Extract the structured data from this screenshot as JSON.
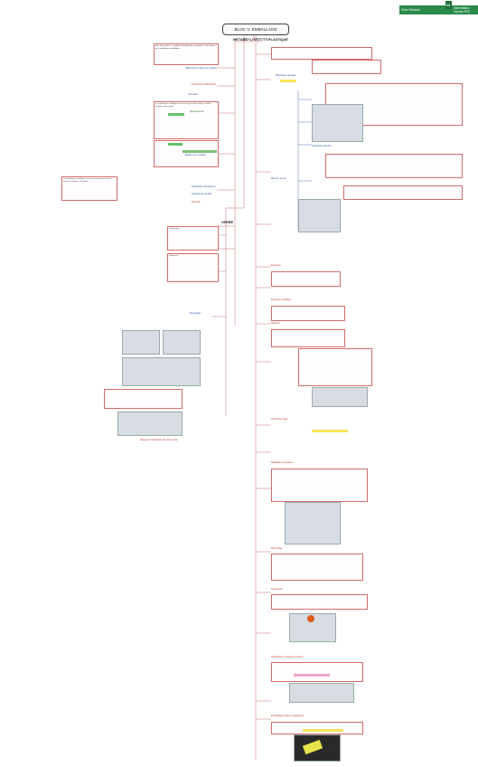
{
  "brand": {
    "left_text": "Fiche Révision",
    "name": "Alimentation",
    "sub": "Licence BTS",
    "logo_letters": "24"
  },
  "title": "BLOC V: EMBALLAGE D'ALIMENTS",
  "branches": {
    "left": "MÉTAUX",
    "right": "PLASTIQUE"
  },
  "left": {
    "intro": "Bloc intro métaux : conditions de fabrication, propriétés et résistance des emballages métalliques.",
    "q1": "Définitions et types de métaux",
    "q2": "Procédés de fabrication",
    "q3": "Corrosion",
    "q4": "Revêtements",
    "green_section": "Boîtes 2 et 3 pièces",
    "side_note": "Les emballages métalliques assurent une protection contre la lumière, l'oxygène et l'humidité.",
    "mid_labels": [
      "Propriétés mécaniques",
      "Aptitude au contact",
      "Sécurité"
    ],
    "verre": "VERRE",
    "verre_items": [
      "Composition",
      "Fabrication",
      "Recyclage"
    ],
    "verre_caption": "Étapes de fabrication du verre creux"
  },
  "right": {
    "top_labels": [
      "Polymères de base",
      "Propriétés barrière",
      "Mise en forme"
    ],
    "section_extrusion": "Extrusion",
    "section_soufflage": "Extrusion-soufflage",
    "section_injection": "Injection",
    "section_thermo": "Thermoformage",
    "section_complexes": "Matériaux complexes",
    "section_recyclage": "Recyclage",
    "section_impression": "Impression",
    "section_interactions": "Interactions contenant-contenu",
    "bottom": "Emballages actifs et intelligents"
  },
  "colors": {
    "brand_green": "#2a8b4b",
    "branch_red": "#c0392b",
    "accent_green": "#63c26b",
    "highlight_yellow": "#f7e35b",
    "highlight_pink": "#f2a0c8"
  },
  "icons": [
    "logo-icon"
  ]
}
